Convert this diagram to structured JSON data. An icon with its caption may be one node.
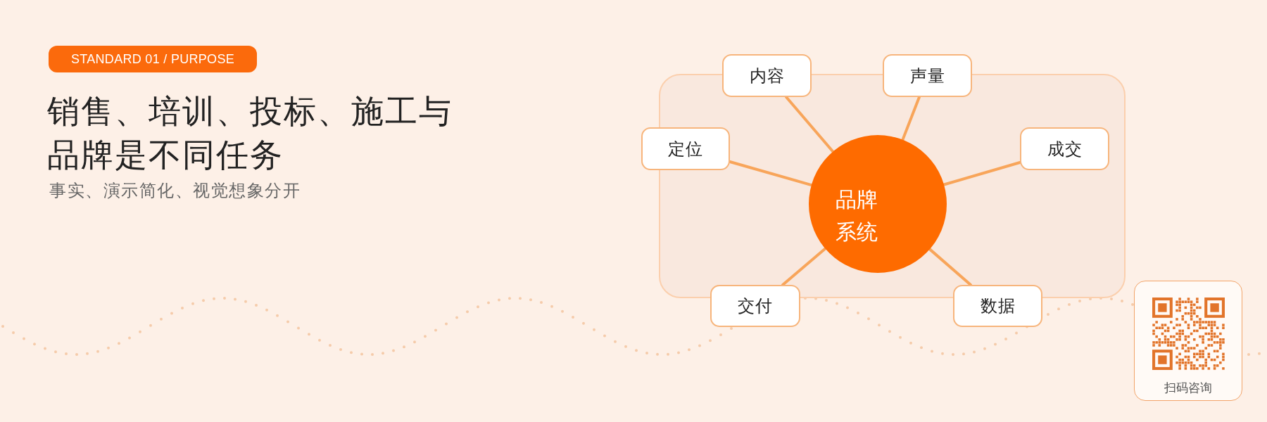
{
  "diagram": {
    "title": "销售、培训、投标、施工与品牌是不同任务",
    "nodes": [
      {
        "text": [
          "STANDARD 01 / PURPOSE"
        ]
      },
      {
        "text": [
          "内容"
        ]
      },
      {
        "text": [
          "声量"
        ]
      },
      {
        "text": [
          "定位"
        ]
      },
      {
        "text": [
          "成交"
        ]
      },
      {
        "text": [
          "品牌系统"
        ]
      },
      {
        "text": [
          "交付"
        ]
      },
      {
        "text": [
          "数据"
        ]
      },
      {
        "text": [
          "扫码咨询"
        ]
      }
    ],
    "edges": [
      {
        "from": 5,
        "to": 1,
        "arrow": "none"
      },
      {
        "from": 5,
        "to": 2,
        "arrow": "none"
      },
      {
        "from": 5,
        "to": 3,
        "arrow": "none"
      },
      {
        "from": 5,
        "to": 4,
        "arrow": "none"
      },
      {
        "from": 5,
        "to": 6,
        "arrow": "none"
      },
      {
        "from": 5,
        "to": 7,
        "arrow": "none"
      }
    ],
    "labels": [
      "事实、演示简化、视觉想象分开"
    ]
  }
}
